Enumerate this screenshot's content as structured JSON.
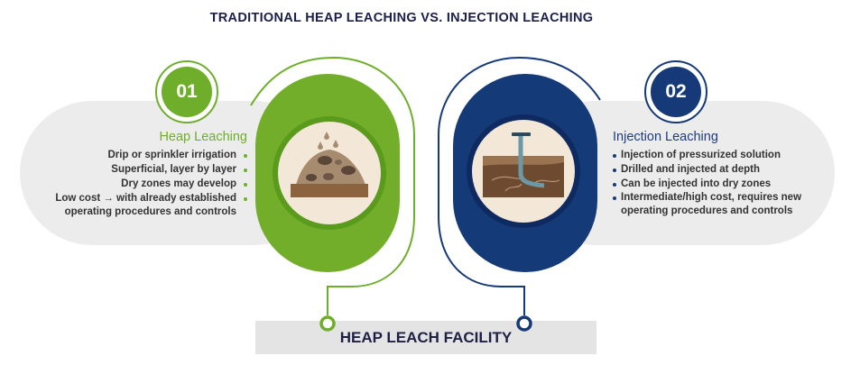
{
  "title": "TRADITIONAL HEAP LEACHING VS. INJECTION LEACHING",
  "colors": {
    "green": "#6fae2b",
    "navy": "#163a78",
    "grey": "#ececec"
  },
  "left": {
    "badge": "01",
    "heading": "Heap Leaching",
    "icon": "heap-pile-icon",
    "items": [
      "Drip or sprinkler irrigation",
      "Superficial, layer by layer",
      "Dry zones may develop",
      "Low cost → with already established",
      "operating procedures and controls"
    ]
  },
  "right": {
    "badge": "02",
    "heading": "Injection Leaching",
    "icon": "injection-well-icon",
    "items": [
      "Injection of pressurized solution",
      "Drilled and injected at depth",
      "Can be injected into dry zones",
      "Intermediate/high cost, requires new",
      "operating procedures and controls"
    ]
  },
  "footer": "HEAP LEACH FACILITY"
}
